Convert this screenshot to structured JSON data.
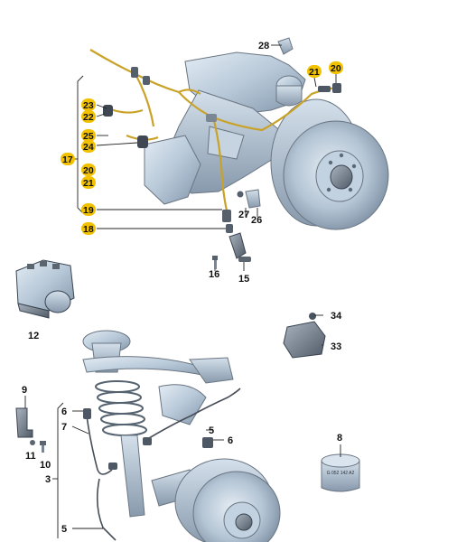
{
  "callouts": {
    "c28": "28",
    "c21a": "21",
    "c20a": "20",
    "c23": "23",
    "c22": "22",
    "c25": "25",
    "c24": "24",
    "c17": "17",
    "c20b": "20",
    "c21b": "21",
    "c19": "19",
    "c18": "18",
    "c27": "27",
    "c26": "26",
    "c16": "16",
    "c15": "15",
    "c12": "12",
    "c34": "34",
    "c33": "33",
    "c9": "9",
    "c6a": "6",
    "c7": "7",
    "c11": "11",
    "c10": "10",
    "c3": "3",
    "c5a": "5",
    "c6b": "6",
    "c8": "8",
    "c5b": "5"
  },
  "part_text": {
    "sleeve_marking": "G 052 142 A2"
  },
  "colors": {
    "highlight_badge": "#f2c200",
    "wire": "#c9a227",
    "metal": "#b4c6d6",
    "metal_dark": "#7f93a6"
  }
}
